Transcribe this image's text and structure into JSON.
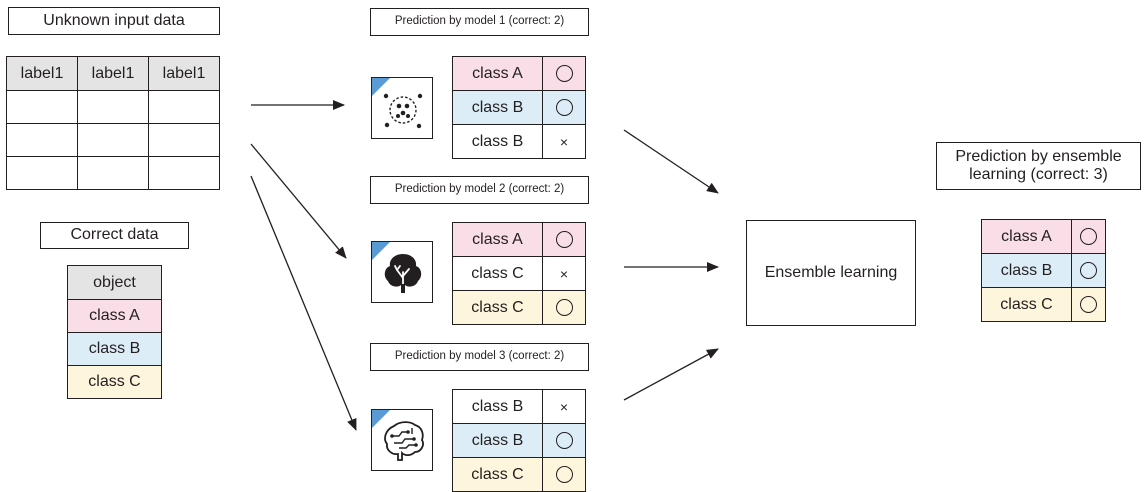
{
  "colors": {
    "pink": "#f9dde7",
    "blue": "#dcedf8",
    "yellow": "#fdf6dc",
    "gray": "#e4e4e4",
    "corner": "#5b9bd5"
  },
  "input": {
    "title": "Unknown input data",
    "headers": [
      "label1",
      "label1",
      "label1"
    ]
  },
  "correct": {
    "title": "Correct data",
    "header": "object",
    "rows": [
      "class A",
      "class B",
      "class C"
    ]
  },
  "models": [
    {
      "title": "Prediction by model 1 (correct: 2)",
      "icon": "clustering-icon",
      "rows": [
        {
          "label": "class A",
          "result": "circle",
          "color": "pink"
        },
        {
          "label": "class B",
          "result": "circle",
          "color": "blue"
        },
        {
          "label": "class B",
          "result": "×",
          "color": "white"
        }
      ]
    },
    {
      "title": "Prediction by model 2 (correct: 2)",
      "icon": "decision-tree-icon",
      "rows": [
        {
          "label": "class A",
          "result": "circle",
          "color": "pink"
        },
        {
          "label": "class C",
          "result": "×",
          "color": "white"
        },
        {
          "label": "class C",
          "result": "circle",
          "color": "yellow"
        }
      ]
    },
    {
      "title": "Prediction by model 3 (correct: 2)",
      "icon": "neural-brain-icon",
      "rows": [
        {
          "label": "class B",
          "result": "×",
          "color": "white"
        },
        {
          "label": "class B",
          "result": "circle",
          "color": "blue"
        },
        {
          "label": "class C",
          "result": "circle",
          "color": "yellow"
        }
      ]
    }
  ],
  "ensemble": {
    "label": "Ensemble learning"
  },
  "result": {
    "title": "Prediction by ensemble learning (correct: 3)",
    "rows": [
      {
        "label": "class A",
        "result": "circle",
        "color": "pink"
      },
      {
        "label": "class B",
        "result": "circle",
        "color": "blue"
      },
      {
        "label": "class C",
        "result": "circle",
        "color": "yellow"
      }
    ]
  }
}
